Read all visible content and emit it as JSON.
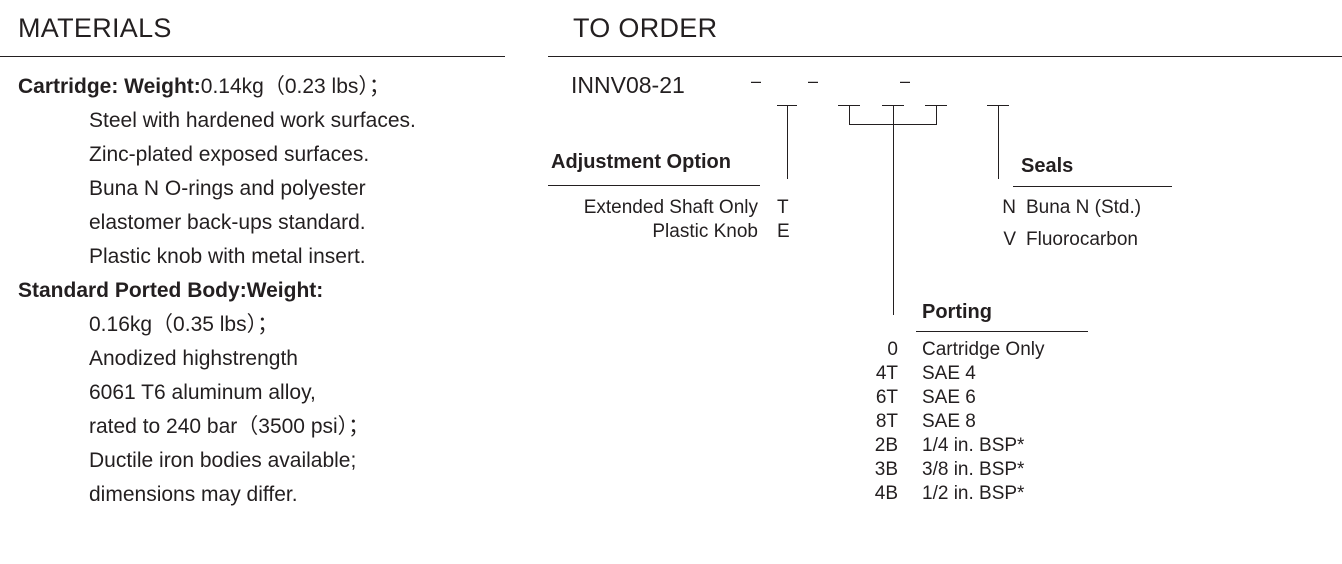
{
  "materials": {
    "title": "MATERIALS",
    "cartridge_label": "Cartridge: Weight:",
    "cartridge_weight": "0.14kg（0.23 lbs）；",
    "cartridge_lines": [
      "Steel with hardened work surfaces.",
      "Zinc-plated exposed surfaces.",
      "Buna N O-rings and polyester",
      "elastomer back-ups standard.",
      "Plastic knob with metal insert."
    ],
    "body_label": "Standard Ported Body:Weight:",
    "body_lines": [
      "0.16kg（0.35 lbs）；",
      "Anodized highstrength",
      "6061 T6 aluminum alloy,",
      "rated to 240 bar（3500 psi）；",
      "Ductile iron bodies available;",
      "dimensions may differ."
    ]
  },
  "order": {
    "title": "TO ORDER",
    "model": "INNV08-21",
    "dash": "–",
    "adjustment": {
      "title": "Adjustment Option",
      "options": [
        {
          "label": "Extended Shaft Only",
          "code": "T"
        },
        {
          "label": "Plastic Knob",
          "code": "E"
        }
      ]
    },
    "seals": {
      "title": "Seals",
      "options": [
        {
          "code": "N",
          "label": "Buna N (Std.)"
        },
        {
          "code": "V",
          "label": "Fluorocarbon"
        }
      ]
    },
    "porting": {
      "title": "Porting",
      "options": [
        {
          "code": "0",
          "label": "Cartridge Only"
        },
        {
          "code": "4T",
          "label": "SAE 4"
        },
        {
          "code": "6T",
          "label": "SAE 6"
        },
        {
          "code": "8T",
          "label": "SAE 8"
        },
        {
          "code": "2B",
          "label": "1/4 in. BSP*"
        },
        {
          "code": "3B",
          "label": "3/8 in. BSP*"
        },
        {
          "code": "4B",
          "label": "1/2 in. BSP*"
        }
      ]
    }
  }
}
